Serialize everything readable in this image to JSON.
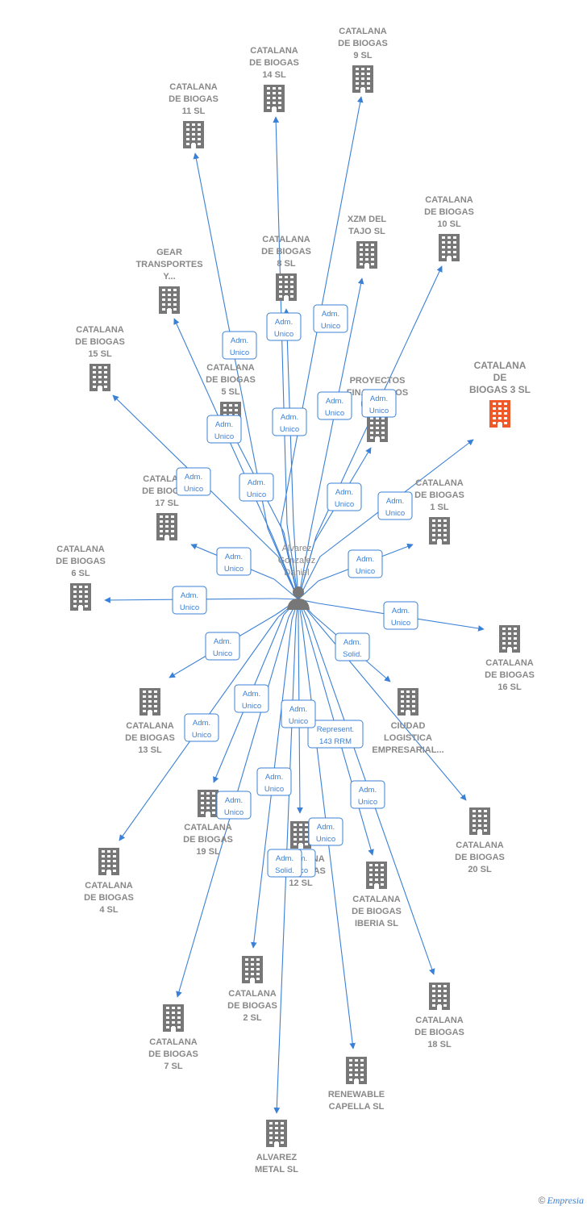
{
  "center_person": {
    "lines": [
      "Alvarez",
      "Gonzalez",
      "Daniel"
    ],
    "icon": "person-icon"
  },
  "colors": {
    "edge": "#3a80d6",
    "building": "#777777",
    "highlight": "#f05a28"
  },
  "nodes": [
    {
      "id": "cb9",
      "lines": [
        "CATALANA",
        "DE BIOGAS",
        "9  SL"
      ],
      "icon": "building-icon"
    },
    {
      "id": "cb14",
      "lines": [
        "CATALANA",
        "DE BIOGAS",
        "14  SL"
      ],
      "icon": "building-icon"
    },
    {
      "id": "cb11",
      "lines": [
        "CATALANA",
        "DE BIOGAS",
        "11  SL"
      ],
      "icon": "building-icon"
    },
    {
      "id": "xzm",
      "lines": [
        "XZM DEL",
        "TAJO SL"
      ],
      "icon": "building-icon"
    },
    {
      "id": "cb10",
      "lines": [
        "CATALANA",
        "DE BIOGAS",
        "10  SL"
      ],
      "icon": "building-icon"
    },
    {
      "id": "cb8",
      "lines": [
        "CATALANA",
        "DE BIOGAS",
        "8  SL"
      ],
      "icon": "building-icon"
    },
    {
      "id": "gear",
      "lines": [
        "GEAR",
        "TRANSPORTES",
        "Y..."
      ],
      "icon": "building-icon"
    },
    {
      "id": "cb3",
      "lines": [
        "CATALANA",
        "DE",
        "BIOGAS 3  SL"
      ],
      "icon": "building-icon",
      "highlight": true
    },
    {
      "id": "cb15",
      "lines": [
        "CATALANA",
        "DE BIOGAS",
        "15  SL"
      ],
      "icon": "building-icon"
    },
    {
      "id": "cb5",
      "lines": [
        "CATALANA",
        "DE BIOGAS",
        "5  SL"
      ],
      "icon": "building-icon"
    },
    {
      "id": "proy",
      "lines": [
        "PROYECTOS",
        "FINANCIADOS",
        "US...  SL"
      ],
      "icon": "building-icon"
    },
    {
      "id": "cb17",
      "lines": [
        "CATALANA",
        "DE BIOGAS",
        "17  SL"
      ],
      "icon": "building-icon"
    },
    {
      "id": "cb1",
      "lines": [
        "CATALANA",
        "DE BIOGAS",
        "1  SL"
      ],
      "icon": "building-icon"
    },
    {
      "id": "cb6",
      "lines": [
        "CATALANA",
        "DE BIOGAS",
        "6  SL"
      ],
      "icon": "building-icon"
    },
    {
      "id": "cb16",
      "lines": [
        "CATALANA",
        "DE BIOGAS",
        "16  SL"
      ],
      "icon": "building-icon"
    },
    {
      "id": "cb13",
      "lines": [
        "CATALANA",
        "DE BIOGAS",
        "13  SL"
      ],
      "icon": "building-icon"
    },
    {
      "id": "ciud",
      "lines": [
        "CIUDAD",
        "LOGISTICA",
        "EMPRESARIAL..."
      ],
      "icon": "building-icon"
    },
    {
      "id": "cb19",
      "lines": [
        "CATALANA",
        "DE BIOGAS",
        "19  SL"
      ],
      "icon": "building-icon"
    },
    {
      "id": "cb20",
      "lines": [
        "CATALANA",
        "DE BIOGAS",
        "20  SL"
      ],
      "icon": "building-icon"
    },
    {
      "id": "cb4",
      "lines": [
        "CATALANA",
        "DE BIOGAS",
        "4  SL"
      ],
      "icon": "building-icon"
    },
    {
      "id": "cb12",
      "lines": [
        "CATALANA",
        "DE BIOGAS",
        "12  SL"
      ],
      "icon": "building-icon"
    },
    {
      "id": "cbib",
      "lines": [
        "CATALANA",
        "DE BIOGAS",
        "IBERIA  SL"
      ],
      "icon": "building-icon"
    },
    {
      "id": "cb2",
      "lines": [
        "CATALANA",
        "DE BIOGAS",
        "2  SL"
      ],
      "icon": "building-icon"
    },
    {
      "id": "cb18",
      "lines": [
        "CATALANA",
        "DE BIOGAS",
        "18  SL"
      ],
      "icon": "building-icon"
    },
    {
      "id": "cb7",
      "lines": [
        "CATALANA",
        "DE BIOGAS",
        "7  SL"
      ],
      "icon": "building-icon"
    },
    {
      "id": "renw",
      "lines": [
        "RENEWABLE",
        "CAPELLA  SL"
      ],
      "icon": "building-icon"
    },
    {
      "id": "alvm",
      "lines": [
        "ALVAREZ",
        "METAL  SL"
      ],
      "icon": "building-icon"
    }
  ],
  "edges": [
    {
      "target": "cb9",
      "label": [
        "Adm.",
        "Unico"
      ]
    },
    {
      "target": "cb14",
      "label": [
        "Adm.",
        "Unico"
      ]
    },
    {
      "target": "cb11",
      "label": [
        "Adm.",
        "Unico"
      ]
    },
    {
      "target": "xzm",
      "label": [
        "Adm.",
        "Unico"
      ]
    },
    {
      "target": "cb10",
      "label": [
        "Adm.",
        "Unico"
      ]
    },
    {
      "target": "cb8",
      "label": [
        "Adm.",
        "Unico"
      ]
    },
    {
      "target": "gear",
      "label": [
        "Adm.",
        "Unico"
      ]
    },
    {
      "target": "cb3",
      "label": [
        "Adm.",
        "Unico"
      ]
    },
    {
      "target": "cb15",
      "label": [
        "Adm.",
        "Unico"
      ]
    },
    {
      "target": "cb5",
      "label": [
        "Adm.",
        "Unico"
      ]
    },
    {
      "target": "proy",
      "label": [
        "Adm.",
        "Unico"
      ]
    },
    {
      "target": "cb17",
      "label": [
        "Adm.",
        "Unico"
      ]
    },
    {
      "target": "cb1",
      "label": [
        "Adm.",
        "Unico"
      ]
    },
    {
      "target": "cb6",
      "label": [
        "Adm.",
        "Unico"
      ]
    },
    {
      "target": "cb16",
      "label": [
        "Adm.",
        "Unico"
      ]
    },
    {
      "target": "cb13",
      "label": [
        "Adm.",
        "Unico"
      ]
    },
    {
      "target": "ciud",
      "label": [
        "Adm.",
        "Solid."
      ]
    },
    {
      "target": "cb19",
      "label": [
        "Adm.",
        "Unico"
      ]
    },
    {
      "target": "cb20",
      "label": [
        "Adm.",
        "Unico"
      ]
    },
    {
      "target": "cb4",
      "label": [
        "Adm.",
        "Unico"
      ]
    },
    {
      "target": "cb12",
      "label": [
        "Represent.",
        "143 RRM"
      ]
    },
    {
      "target": "cbib",
      "label": [
        "Adm.",
        "Unico"
      ]
    },
    {
      "target": "cb2",
      "label": [
        "Adm.",
        "Unico"
      ]
    },
    {
      "target": "cb18",
      "label": [
        "Adm.",
        "Unico"
      ]
    },
    {
      "target": "cb7",
      "label": [
        "Adm.",
        "Unico"
      ]
    },
    {
      "target": "renw",
      "label": [
        "Adm.",
        "Unico"
      ]
    },
    {
      "target": "alvm",
      "label": [
        "Adm.",
        "Solid."
      ]
    }
  ],
  "footer": {
    "copyright": "©",
    "brand": "Empresia"
  }
}
